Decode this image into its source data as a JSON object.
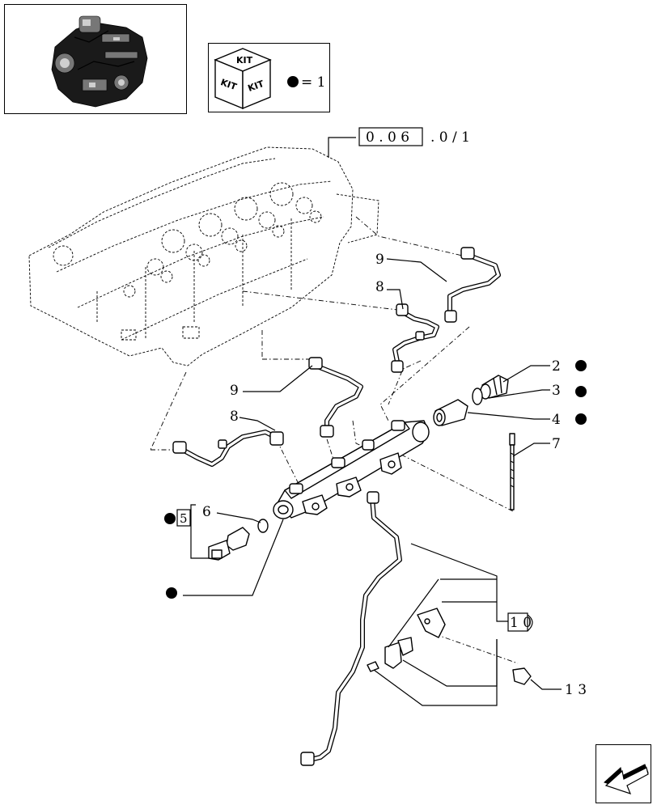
{
  "kit_box": {
    "cube_labels": [
      "KIT",
      "KIT",
      "KIT"
    ],
    "legend_text": "= 1"
  },
  "ref_code": {
    "boxed": "0 . 0 6",
    "rest": ". 0 / 1"
  },
  "callouts": {
    "c2": "2",
    "c3": "3",
    "c4": "4",
    "c5": "5",
    "c6": "6",
    "c7": "7",
    "c8a": "8",
    "c8b": "8",
    "c9a": "9",
    "c9b": "9",
    "c10": "1 0",
    "c13": "1 3"
  },
  "colors": {
    "ink": "#000000",
    "paper": "#ffffff"
  },
  "icons": {
    "thumbnail": "engine-thumbnail-icon",
    "nav": "next-page-arrow-icon",
    "kit": "kit-cube-icon",
    "marker": "black-dot-marker"
  }
}
